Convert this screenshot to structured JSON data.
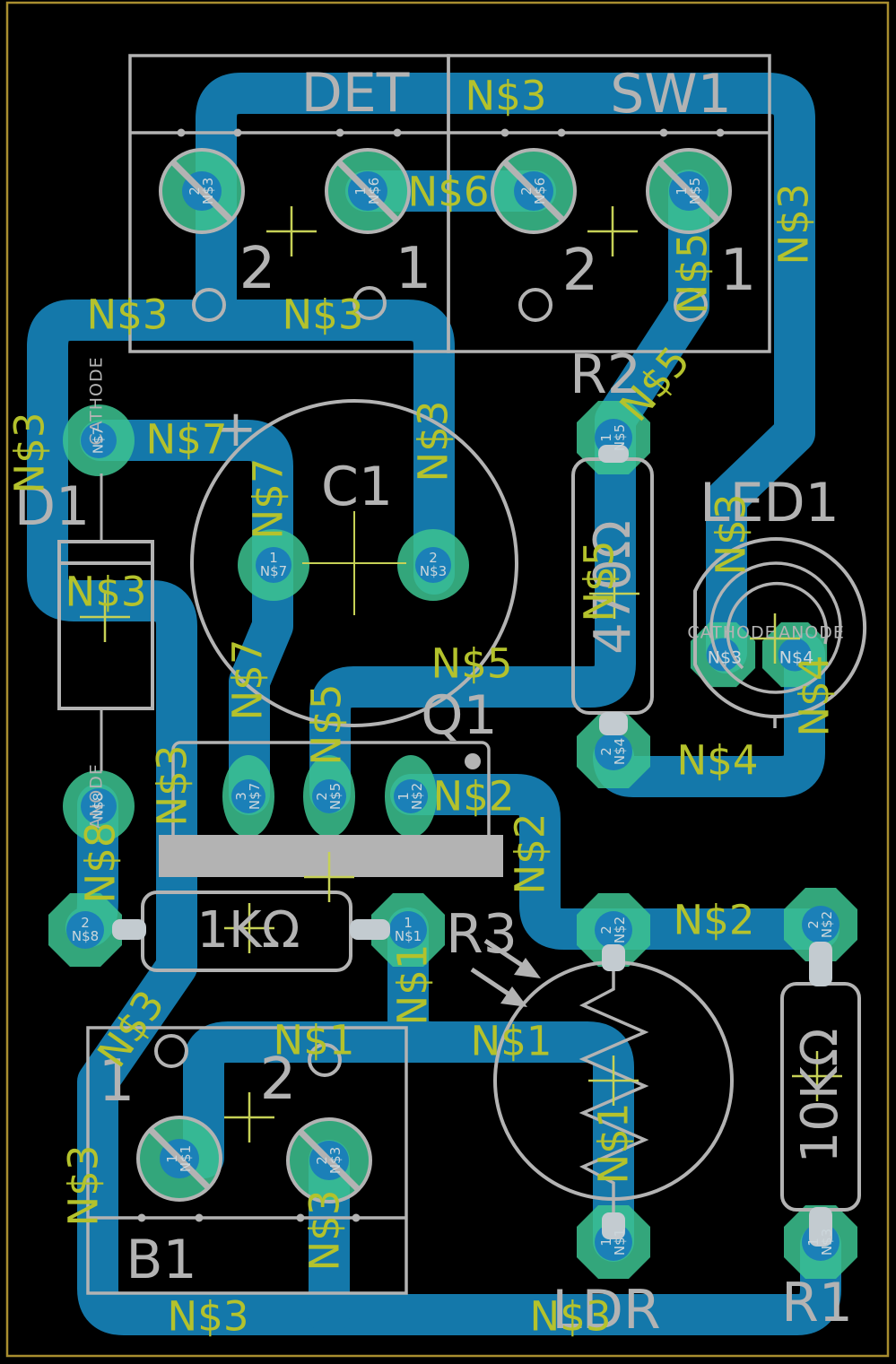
{
  "board": {
    "background": "#000000",
    "outline_color": "#a98e2f",
    "trace_color": "#1478aa",
    "pad_color": "#3cc390",
    "hole_color": "#1b80b8",
    "silkscreen_color": "#b3b3b3",
    "net_label_color": "#b4c22c",
    "pad_text_color": "#ccd6db"
  },
  "nets": {
    "n1": "N$1",
    "n2": "N$2",
    "n3": "N$3",
    "n4": "N$4",
    "n5": "N$5",
    "n6": "N$6",
    "n7": "N$7",
    "n8": "N$8"
  },
  "components": {
    "det": {
      "name": "DET",
      "pads": [
        {
          "num": "2",
          "net": "N$3"
        },
        {
          "num": "1",
          "net": "N$6"
        }
      ]
    },
    "sw1": {
      "name": "SW1",
      "pads": [
        {
          "num": "2",
          "net": "N$6"
        },
        {
          "num": "1",
          "net": "N$5"
        }
      ]
    },
    "r2": {
      "name": "R2",
      "value": "470Ω",
      "pads": [
        {
          "num": "1",
          "net": "N$5"
        },
        {
          "num": "2",
          "net": "N$4"
        }
      ]
    },
    "led1": {
      "name": "LED1",
      "pads": [
        {
          "label": "CATHODE",
          "net": "N$3"
        },
        {
          "label": "ANODE",
          "net": "N$4"
        }
      ]
    },
    "d1": {
      "name": "D1",
      "pads": [
        {
          "label": "CATHODE",
          "net": "N$7"
        },
        {
          "label": "ANODE",
          "net": "N$8"
        }
      ]
    },
    "c1": {
      "name": "C1",
      "polarity": "+",
      "pads": [
        {
          "num": "1",
          "net": "N$7"
        },
        {
          "num": "2",
          "net": "N$3"
        }
      ]
    },
    "q1": {
      "name": "Q1",
      "pads": [
        {
          "num": "3",
          "net": "N$7"
        },
        {
          "num": "2",
          "net": "N$5"
        },
        {
          "num": "1",
          "net": "N$2"
        }
      ]
    },
    "r_1k": {
      "value": "1KΩ",
      "pads": [
        {
          "num": "2",
          "net": "N$8"
        },
        {
          "num": "1",
          "net": "N$1"
        }
      ]
    },
    "b1": {
      "name": "B1",
      "pads": [
        {
          "num": "1",
          "net": "N$1"
        },
        {
          "num": "2",
          "net": "N$3"
        }
      ]
    },
    "r3": {
      "name": "R3"
    },
    "ldr": {
      "name": "LDR",
      "pads": [
        {
          "num": "2",
          "net": "N$2"
        },
        {
          "num": "1",
          "net": "N$1"
        }
      ]
    },
    "r1": {
      "name": "R1",
      "value": "10KΩ",
      "pads": [
        {
          "num": "2",
          "net": "N$2"
        },
        {
          "num": "1",
          "net": "N$3"
        }
      ]
    }
  }
}
